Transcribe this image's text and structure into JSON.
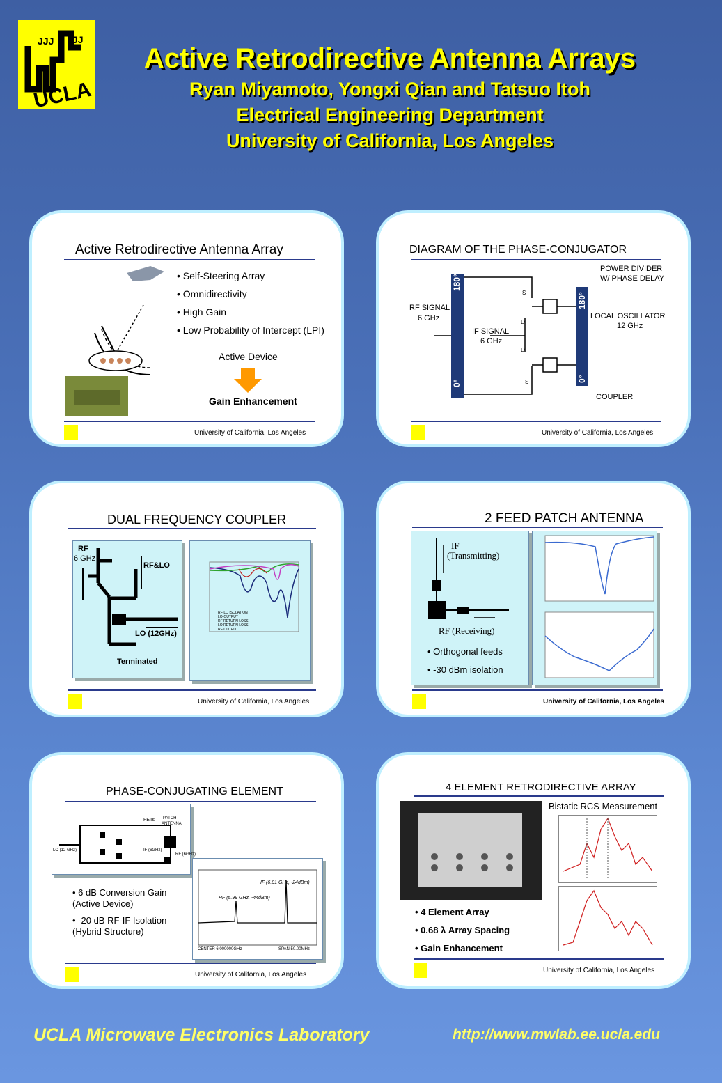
{
  "header": {
    "title": "Active Retrodirective Antenna Arrays",
    "authors": "Ryan Miyamoto, Yongxi Qian and Tatsuo Itoh",
    "department": "Electrical Engineering Department",
    "university": "University of California, Los Angeles",
    "logo_text": "UCLA"
  },
  "footer_text": "University of California, Los Angeles",
  "panels": {
    "p1": {
      "title": "Active Retrodirective Antenna Array",
      "bullets": [
        "Self-Steering Array",
        "Omnidirectivity",
        "High Gain",
        "Low Probability of Intercept (LPI)"
      ],
      "active": "Active Device",
      "gain": "Gain Enhancement"
    },
    "p2": {
      "title": "DIAGRAM OF THE PHASE-CONJUGATOR",
      "labels": {
        "rf": "RF SIGNAL",
        "rf_f": "6 GHz",
        "if": "IF SIGNAL",
        "if_f": "6 GHz",
        "pd1": "POWER DIVIDER",
        "pd2": "W/ PHASE DELAY",
        "lo": "LOCAL OSCILLATOR",
        "lo_f": "12 GHz",
        "coupler": "COUPLER",
        "deg180": "180°",
        "deg0": "0°",
        "s": "S",
        "d": "D"
      }
    },
    "p3": {
      "title": "DUAL FREQUENCY COUPLER",
      "labels": {
        "rf": "RF",
        "rf_f": "6 GHz",
        "rflo": "RF&LO",
        "lo": "LO (12GHz)",
        "term": "Terminated"
      },
      "legend": [
        "RF-LO ISOLATION",
        "LO-OUTPUT",
        "RF RETURN LOSS",
        "LO RETURN LOSS",
        "RF-OUTPUT"
      ]
    },
    "p4": {
      "title": "2 FEED PATCH ANTENNA",
      "labels": {
        "if": "IF",
        "if_sub": "(Transmitting)",
        "rf": "RF (Receiving)"
      },
      "bullets": [
        "Orthogonal feeds",
        "-30 dBm isolation"
      ]
    },
    "p5": {
      "title": "PHASE-CONJUGATING ELEMENT",
      "labels": {
        "fets": "FETs",
        "patch1": "PATCH",
        "patch2": "ANTENNA",
        "lo": "LO (12 GHz)",
        "if": "IF (6GHz)",
        "rf": "RF (6GHz)",
        "ifpk": "IF (6.01 GHz, -24dBm)",
        "rfpk": "RF (5.99 GHz, -44dBm)",
        "center": "CENTER 6.000000GHz",
        "span": "SPAN 50.00MHz"
      },
      "bullets": [
        [
          "6 dB Conversion Gain",
          "(Active Device)"
        ],
        [
          "-20 dB RF-IF Isolation",
          "(Hybrid Structure)"
        ]
      ]
    },
    "p6": {
      "title": "4 ELEMENT RETRODIRECTIVE ARRAY",
      "rcs": "Bistatic RCS Measurement",
      "bullets": [
        "4 Element Array",
        "0.68 λ Array Spacing",
        "Gain Enhancement"
      ]
    }
  },
  "bottom": {
    "lab": "UCLA Microwave Electronics Laboratory",
    "url": "http://www.mwlab.ee.ucla.edu"
  },
  "colors": {
    "title": "#ffff00",
    "panel_border": "#bfefff",
    "rule": "#2a3a8c",
    "box": "#cff3f8"
  }
}
